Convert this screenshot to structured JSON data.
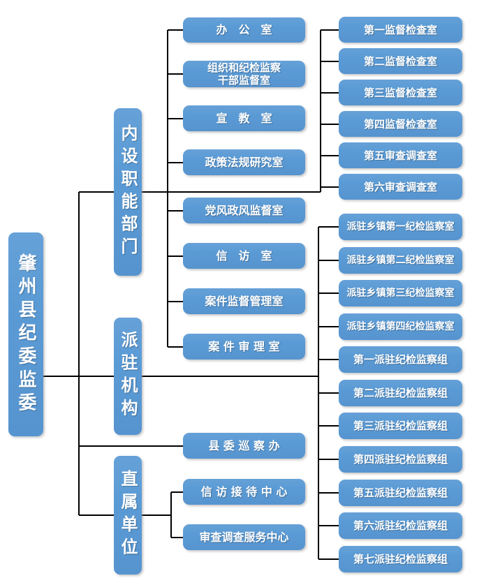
{
  "colors": {
    "node_fill": "#5B9BD5",
    "node_text": "#FFFFFF",
    "connector": "#000000",
    "background": "#FFFFFF"
  },
  "org": {
    "nodes": [
      {
        "id": "root",
        "label": "肇州县纪委监委",
        "parent": null
      },
      {
        "id": "g1",
        "label": "内设职能部门",
        "parent": "root"
      },
      {
        "id": "g2",
        "label": "派驻机构",
        "parent": "root"
      },
      {
        "id": "g3",
        "label": "直属单位",
        "parent": "root"
      },
      {
        "id": "d1",
        "label": "县 委 巡 察 办",
        "parent": "root"
      },
      {
        "id": "m1",
        "label": "办　公　室",
        "parent": "g1"
      },
      {
        "id": "m2",
        "label": "组织和纪检监察\n干部监督室",
        "parent": "g1"
      },
      {
        "id": "m3",
        "label": "宣　教　室",
        "parent": "g1"
      },
      {
        "id": "m4",
        "label": "政策法规研究室",
        "parent": "g1"
      },
      {
        "id": "m5",
        "label": "党风政风监督室",
        "parent": "g1"
      },
      {
        "id": "m6",
        "label": "信　访　室",
        "parent": "g1"
      },
      {
        "id": "m7",
        "label": "案件监督管理室",
        "parent": "g1"
      },
      {
        "id": "m8",
        "label": "案 件 审 理 室",
        "parent": "g1"
      },
      {
        "id": "r1",
        "label": "第一监督检查室",
        "parent": "g1"
      },
      {
        "id": "r2",
        "label": "第二监督检查室",
        "parent": "g1"
      },
      {
        "id": "r3",
        "label": "第三监督检查室",
        "parent": "g1"
      },
      {
        "id": "r4",
        "label": "第四监督检查室",
        "parent": "g1"
      },
      {
        "id": "r5",
        "label": "第五审查调查室",
        "parent": "g1"
      },
      {
        "id": "r6",
        "label": "第六审查调查室",
        "parent": "g1"
      },
      {
        "id": "p1",
        "label": "派驻乡镇第一纪检监察室",
        "parent": "g2"
      },
      {
        "id": "p2",
        "label": "派驻乡镇第二纪检监察室",
        "parent": "g2"
      },
      {
        "id": "p3",
        "label": "派驻乡镇第三纪检监察室",
        "parent": "g2"
      },
      {
        "id": "p4",
        "label": "派驻乡镇第四纪检监察室",
        "parent": "g2"
      },
      {
        "id": "p5",
        "label": "第一派驻纪检监察组",
        "parent": "g2"
      },
      {
        "id": "p6",
        "label": "第二派驻纪检监察组",
        "parent": "g2"
      },
      {
        "id": "p7",
        "label": "第三派驻纪检监察组",
        "parent": "g2"
      },
      {
        "id": "p8",
        "label": "第四派驻纪检监察组",
        "parent": "g2"
      },
      {
        "id": "p9",
        "label": "第五派驻纪检监察组",
        "parent": "g2"
      },
      {
        "id": "p10",
        "label": "第六派驻纪检监察组",
        "parent": "g2"
      },
      {
        "id": "p11",
        "label": "第七派驻纪检监察组",
        "parent": "g2"
      },
      {
        "id": "u1",
        "label": "信 访 接 待 中 心",
        "parent": "g3"
      },
      {
        "id": "u2",
        "label": "审查调查服务中心",
        "parent": "g3"
      }
    ]
  }
}
